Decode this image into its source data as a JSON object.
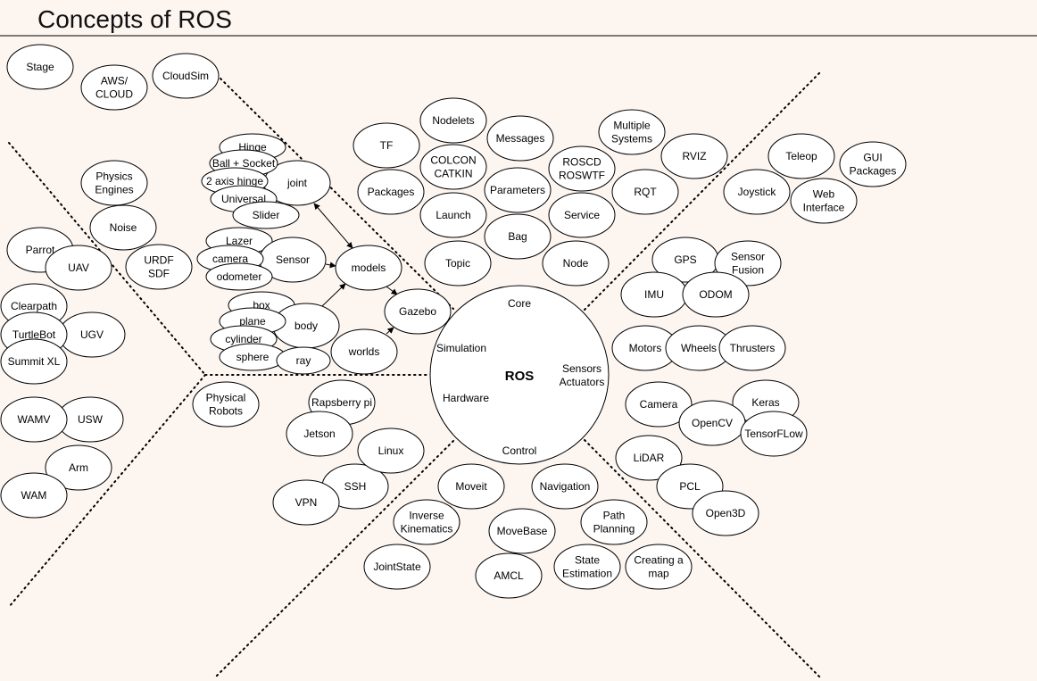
{
  "title": "Concepts of ROS",
  "center": {
    "label": "ROS",
    "sectors": {
      "core": "Core",
      "simulation": "Simulation",
      "sensors": [
        "Sensors",
        "Actuators"
      ],
      "hardware": "Hardware",
      "control": "Control"
    }
  },
  "nodes": [
    {
      "key": "stage",
      "lines": [
        "Stage"
      ]
    },
    {
      "key": "aws-cloud",
      "lines": [
        "AWS/",
        "CLOUD"
      ]
    },
    {
      "key": "cloudsim",
      "lines": [
        "CloudSim"
      ]
    },
    {
      "key": "hinge",
      "lines": [
        "Hinge"
      ]
    },
    {
      "key": "ball-socket",
      "lines": [
        "Ball + Socket"
      ]
    },
    {
      "key": "two-axis-hinge",
      "lines": [
        "2 axis hinge"
      ]
    },
    {
      "key": "universal",
      "lines": [
        "Universal"
      ]
    },
    {
      "key": "joint",
      "lines": [
        "joint"
      ]
    },
    {
      "key": "slider",
      "lines": [
        "Slider"
      ]
    },
    {
      "key": "physics-engines",
      "lines": [
        "Physics",
        "Engines"
      ]
    },
    {
      "key": "noise",
      "lines": [
        "Noise"
      ]
    },
    {
      "key": "parrot",
      "lines": [
        "Parrot"
      ]
    },
    {
      "key": "uav",
      "lines": [
        "UAV"
      ]
    },
    {
      "key": "urdf-sdf",
      "lines": [
        "URDF",
        "SDF"
      ]
    },
    {
      "key": "lazer",
      "lines": [
        "Lazer"
      ]
    },
    {
      "key": "camera-sensor",
      "lines": [
        "camera"
      ]
    },
    {
      "key": "odometer",
      "lines": [
        "odometer"
      ]
    },
    {
      "key": "sensor",
      "lines": [
        "Sensor"
      ]
    },
    {
      "key": "models",
      "lines": [
        "models"
      ]
    },
    {
      "key": "box",
      "lines": [
        "box"
      ]
    },
    {
      "key": "plane",
      "lines": [
        "plane"
      ]
    },
    {
      "key": "body",
      "lines": [
        "body"
      ]
    },
    {
      "key": "cylinder",
      "lines": [
        "cylinder"
      ]
    },
    {
      "key": "sphere",
      "lines": [
        "sphere"
      ]
    },
    {
      "key": "ray",
      "lines": [
        "ray"
      ]
    },
    {
      "key": "worlds",
      "lines": [
        "worlds"
      ]
    },
    {
      "key": "gazebo",
      "lines": [
        "Gazebo"
      ]
    },
    {
      "key": "clearpath",
      "lines": [
        "Clearpath"
      ]
    },
    {
      "key": "turtlebot",
      "lines": [
        "TurtleBot"
      ]
    },
    {
      "key": "ugv",
      "lines": [
        "UGV"
      ]
    },
    {
      "key": "summit-xl",
      "lines": [
        "Summit XL"
      ]
    },
    {
      "key": "wamv",
      "lines": [
        "WAMV"
      ]
    },
    {
      "key": "usw",
      "lines": [
        "USW"
      ]
    },
    {
      "key": "arm",
      "lines": [
        "Arm"
      ]
    },
    {
      "key": "wam",
      "lines": [
        "WAM"
      ]
    },
    {
      "key": "physical-robots",
      "lines": [
        "Physical",
        "Robots"
      ]
    },
    {
      "key": "raspberry-pi",
      "lines": [
        "Rapsberry pi"
      ]
    },
    {
      "key": "jetson",
      "lines": [
        "Jetson"
      ]
    },
    {
      "key": "linux",
      "lines": [
        "Linux"
      ]
    },
    {
      "key": "ssh",
      "lines": [
        "SSH"
      ]
    },
    {
      "key": "vpn",
      "lines": [
        "VPN"
      ]
    },
    {
      "key": "tf",
      "lines": [
        "TF"
      ]
    },
    {
      "key": "nodelets",
      "lines": [
        "Nodelets"
      ]
    },
    {
      "key": "messages",
      "lines": [
        "Messages"
      ]
    },
    {
      "key": "colcon-catkin",
      "lines": [
        "COLCON",
        "CATKIN"
      ]
    },
    {
      "key": "packages",
      "lines": [
        "Packages"
      ]
    },
    {
      "key": "launch",
      "lines": [
        "Launch"
      ]
    },
    {
      "key": "parameters",
      "lines": [
        "Parameters"
      ]
    },
    {
      "key": "roscd-roswtf",
      "lines": [
        "ROSCD",
        "ROSWTF"
      ]
    },
    {
      "key": "multiple-systems",
      "lines": [
        "Multiple",
        "Systems"
      ]
    },
    {
      "key": "bag",
      "lines": [
        "Bag"
      ]
    },
    {
      "key": "service",
      "lines": [
        "Service"
      ]
    },
    {
      "key": "topic",
      "lines": [
        "Topic"
      ]
    },
    {
      "key": "node",
      "lines": [
        "Node"
      ]
    },
    {
      "key": "rviz",
      "lines": [
        "RVIZ"
      ]
    },
    {
      "key": "rqt",
      "lines": [
        "RQT"
      ]
    },
    {
      "key": "teleop",
      "lines": [
        "Teleop"
      ]
    },
    {
      "key": "gui-packages",
      "lines": [
        "GUI",
        "Packages"
      ]
    },
    {
      "key": "joystick",
      "lines": [
        "Joystick"
      ]
    },
    {
      "key": "web-interface",
      "lines": [
        "Web",
        "Interface"
      ]
    },
    {
      "key": "gps",
      "lines": [
        "GPS"
      ]
    },
    {
      "key": "sensor-fusion",
      "lines": [
        "Sensor",
        "Fusion"
      ]
    },
    {
      "key": "imu",
      "lines": [
        "IMU"
      ]
    },
    {
      "key": "odom",
      "lines": [
        "ODOM"
      ]
    },
    {
      "key": "motors",
      "lines": [
        "Motors"
      ]
    },
    {
      "key": "wheels",
      "lines": [
        "Wheels"
      ]
    },
    {
      "key": "thrusters",
      "lines": [
        "Thrusters"
      ]
    },
    {
      "key": "camera",
      "lines": [
        "Camera"
      ]
    },
    {
      "key": "keras",
      "lines": [
        "Keras"
      ]
    },
    {
      "key": "opencv",
      "lines": [
        "OpenCV"
      ]
    },
    {
      "key": "tensorflow",
      "lines": [
        "TensorFLow"
      ]
    },
    {
      "key": "lidar",
      "lines": [
        "LiDAR"
      ]
    },
    {
      "key": "pcl",
      "lines": [
        "PCL"
      ]
    },
    {
      "key": "open3d",
      "lines": [
        "Open3D"
      ]
    },
    {
      "key": "moveit",
      "lines": [
        "Moveit"
      ]
    },
    {
      "key": "navigation",
      "lines": [
        "Navigation"
      ]
    },
    {
      "key": "inverse-kinematics",
      "lines": [
        "Inverse",
        "Kinematics"
      ]
    },
    {
      "key": "movebase",
      "lines": [
        "MoveBase"
      ]
    },
    {
      "key": "path-planning",
      "lines": [
        "Path",
        "Planning"
      ]
    },
    {
      "key": "jointstate",
      "lines": [
        "JointState"
      ]
    },
    {
      "key": "amcl",
      "lines": [
        "AMCL"
      ]
    },
    {
      "key": "state-estimation",
      "lines": [
        "State",
        "Estimation"
      ]
    },
    {
      "key": "creating-map",
      "lines": [
        "Creating a",
        "map"
      ]
    }
  ]
}
